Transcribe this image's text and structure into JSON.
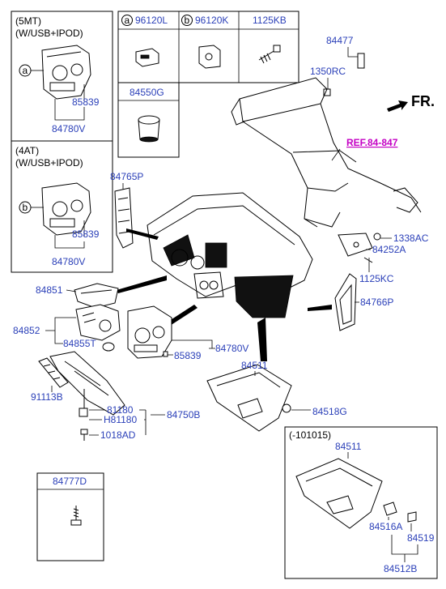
{
  "labels": {
    "variant_5mt_line1": "(5MT)",
    "variant_5mt_line2": "(W/USB+IPOD)",
    "variant_4at_line1": "(4AT)",
    "variant_4at_line2": "(W/USB+IPOD)",
    "variant_101015": "(-101015)",
    "fr": "FR.",
    "ref": "REF.84-847",
    "circle_a": "a",
    "circle_b": "b"
  },
  "parts": {
    "p96120L": "96120L",
    "p96120K": "96120K",
    "p1125KB": "1125KB",
    "p84550G": "84550G",
    "p84477": "84477",
    "p1350RC": "1350RC",
    "p85839_a": "85839",
    "p84780V_a": "84780V",
    "p85839_b": "85839",
    "p84780V_b": "84780V",
    "p84765P": "84765P",
    "p1338AC": "1338AC",
    "p84252A": "84252A",
    "p1125KC": "1125KC",
    "p84766P": "84766P",
    "p84851": "84851",
    "p84852": "84852",
    "p84855T": "84855T",
    "p85839_c": "85839",
    "p84780V_c": "84780V",
    "p84511": "84511",
    "p91113B": "91113B",
    "p81180": "81180",
    "pH81180": "H81180",
    "p84750B": "84750B",
    "p1018AD": "1018AD",
    "p84518G": "84518G",
    "p84777D": "84777D",
    "p84511_b": "84511",
    "p84516A": "84516A",
    "p84519": "84519",
    "p84512B": "84512B"
  }
}
